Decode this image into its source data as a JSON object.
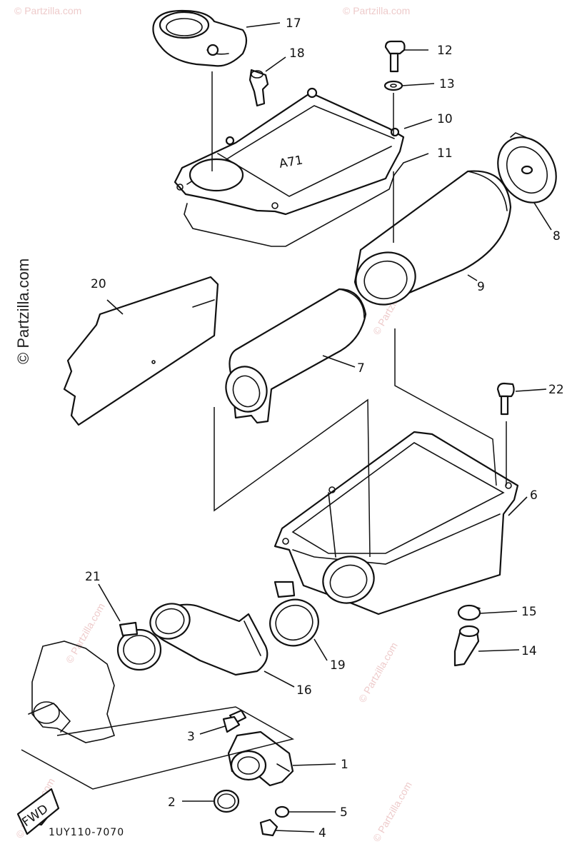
{
  "watermark": {
    "text": "© Partzilla.com"
  },
  "callouts": [
    {
      "id": "1",
      "label": "1"
    },
    {
      "id": "2",
      "label": "2"
    },
    {
      "id": "3",
      "label": "3"
    },
    {
      "id": "4",
      "label": "4"
    },
    {
      "id": "5",
      "label": "5"
    },
    {
      "id": "6",
      "label": "6"
    },
    {
      "id": "7",
      "label": "7"
    },
    {
      "id": "8",
      "label": "8"
    },
    {
      "id": "9",
      "label": "9"
    },
    {
      "id": "10",
      "label": "10"
    },
    {
      "id": "11",
      "label": "11"
    },
    {
      "id": "12",
      "label": "12"
    },
    {
      "id": "13",
      "label": "13"
    },
    {
      "id": "14",
      "label": "14"
    },
    {
      "id": "15",
      "label": "15"
    },
    {
      "id": "16",
      "label": "16"
    },
    {
      "id": "17",
      "label": "17"
    },
    {
      "id": "18",
      "label": "18"
    },
    {
      "id": "19",
      "label": "19"
    },
    {
      "id": "20",
      "label": "20"
    },
    {
      "id": "21",
      "label": "21"
    },
    {
      "id": "22",
      "label": "22"
    }
  ],
  "fwd_label": "FWD",
  "diagram_code": "1UY110-7070",
  "cover_stamp": "A71"
}
